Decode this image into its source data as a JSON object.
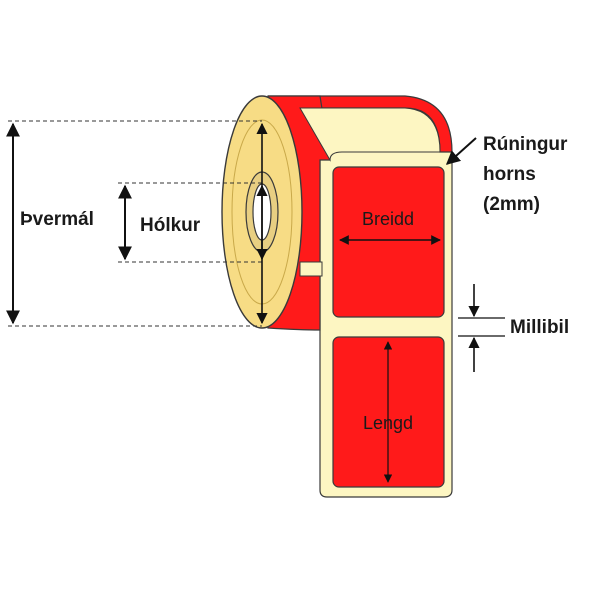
{
  "labels": {
    "diameter": "Þvermál",
    "core": "Hólkur",
    "corner_line1": "Rúningur",
    "corner_line2": "horns",
    "corner_line3": "(2mm)",
    "gap": "Millibil",
    "width": "Breidd",
    "length": "Lengd"
  },
  "colors": {
    "label": "#ff1a1a",
    "liner": "#fdf6c2",
    "roll_side": "#f7dc85",
    "core_hole": "#ffffff",
    "outline": "#2b2b2b"
  }
}
